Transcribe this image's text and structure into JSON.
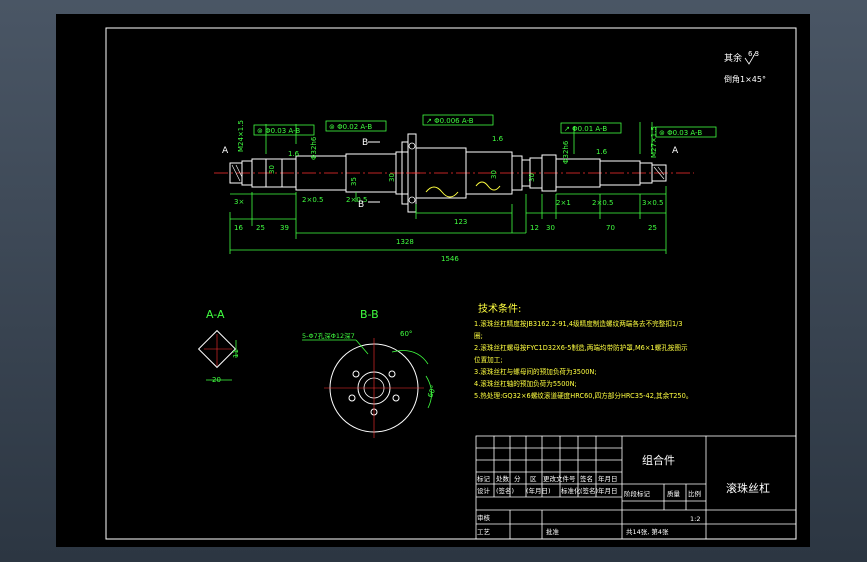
{
  "roughness": {
    "label": "其余",
    "value": "6.3"
  },
  "chamfer_note": "倒角1×45°",
  "tolerances": {
    "t1": "⊚ Φ0.03 A-B",
    "t2": "⊚ Φ0.02 A-B",
    "t3": "↗ Φ0.006 A-B",
    "t4": "↗ Φ0.01 A-B",
    "t5": "⊚ Φ0.03 A-B"
  },
  "dims": {
    "d_m24": "M24×1.5",
    "d_30": "30",
    "d_32": "Φ32h6",
    "d_35": "35",
    "d_3x": "3×",
    "d_2x05a": "2×0.5",
    "d_2x05b": "2×0.5",
    "d_2x1": "2×1",
    "d_2x05c": "2×0.5",
    "d_3x05": "3×0.5",
    "d_m27": "M27×1.5",
    "d_32b": "Φ32h6",
    "d_30b": "30",
    "d_30c": "30",
    "d_30d": "30",
    "d_16": "16",
    "d_25": "25",
    "d_39": "39",
    "d_123": "123",
    "d_12": "12",
    "d_30e": "30",
    "d_70": "70",
    "d_25b": "25",
    "d_1328": "1328",
    "d_1546": "1546",
    "d_16b": "1.6",
    "d_16c": "1.6",
    "d_16d": "1.6"
  },
  "section_labels": {
    "a_left": "A",
    "a_right": "A",
    "b_top": "B",
    "b_bottom": "B",
    "aa_title": "A-A",
    "bb_title": "B-B",
    "aa_dim_20": "20",
    "aa_dim_11": "11",
    "bb_holes": "5-Φ7孔深Φ12深7",
    "bb_ang1": "60°",
    "bb_ang2": "60°"
  },
  "tech_req": {
    "title": "技术条件:",
    "lines": [
      "1.滚珠丝杠精度按JB3162.2-91,4级精度制造螺纹两端各去不完整扣1/3",
      "  圈;",
      "2.滚珠丝杠螺母按FYC1D32X6-5制造,两端均带防护罩,M6×1螺孔按图示",
      "  位置加工;",
      "3.滚珠丝杠与螺母间的预加负荷为3500N;",
      "4.滚珠丝杠轴的预加负荷为5500N;",
      "5.热处理:GQ32×6螺纹滚道硬度HRC60,四方部分HRC35-42,其余T250。"
    ]
  },
  "title_block": {
    "assembly": "组合件",
    "name": "滚珠丝杠",
    "row1": [
      "标记",
      "处数",
      "分",
      "区",
      "更改文件号",
      "签名",
      "年月日"
    ],
    "row2": [
      "设计",
      "(签名)",
      "(年月日)",
      "标准化",
      "(签名)",
      "年月日"
    ],
    "stage": "阶段标记",
    "weight": "质量",
    "scale_label": "比例",
    "scale": "1:2",
    "review": "审核",
    "process": "工艺",
    "approve": "批准",
    "sheets": "共14张, 第4张"
  }
}
